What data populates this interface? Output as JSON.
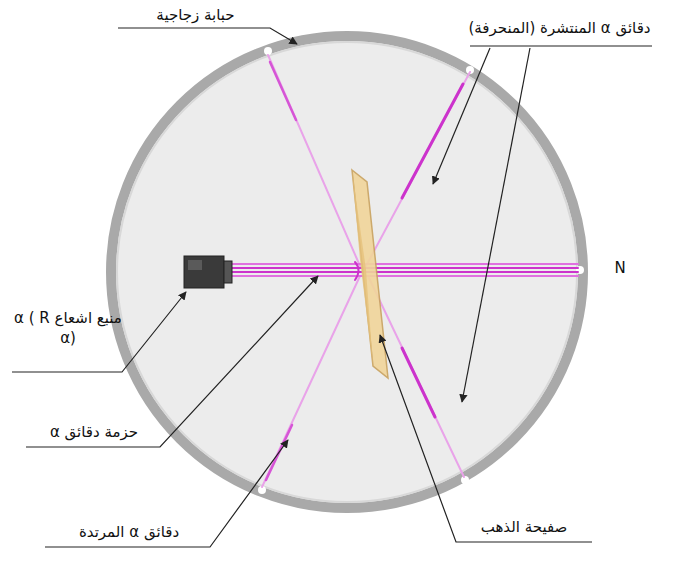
{
  "diagram": {
    "labels": [
      "حبابة زجاجية",
      "دقائق α المنتشرة (المنحرفة)",
      "N",
      "منبع اشعاع α ( R α)",
      "حزمة دقائق α",
      "دقائق α المرتدة",
      "صفيحة الذهب"
    ]
  }
}
